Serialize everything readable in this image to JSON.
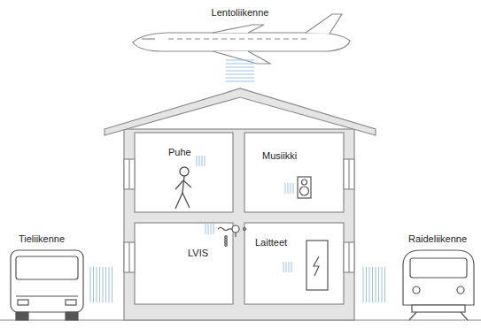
{
  "diagram": {
    "nodes": [
      {
        "text": [
          "Puhe"
        ]
      },
      {
        "text": [
          "Musiikki"
        ]
      },
      {
        "text": [
          "LVIS"
        ]
      },
      {
        "text": [
          "Laitteet"
        ]
      }
    ],
    "labels": [
      "Lentoliikenne",
      "Tieliikenne",
      "Raideliikenne"
    ]
  }
}
